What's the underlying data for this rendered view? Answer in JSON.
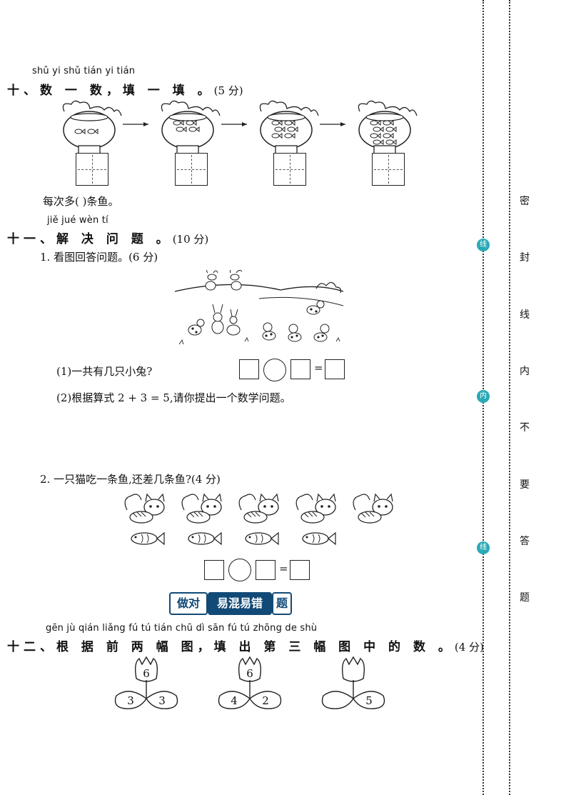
{
  "s10": {
    "pinyin": "shǔ yi shǔ   tián yi tián",
    "title": "十、数 一 数，填 一 填 。",
    "points": "(5 分)",
    "answer_text": "每次多(          )条鱼。"
  },
  "s11": {
    "pinyin": "jiě jué wèn tí",
    "title": "十一、解 决 问 题 。",
    "points": "(10 分)",
    "q1": {
      "title": "1. 看图回答问题。(6 分)",
      "sub1": "(1)一共有几只小兔?",
      "sub2": "(2)根据算式 2 + 3 = 5,请你提出一个数学问题。",
      "equals": "="
    },
    "q2": {
      "title": "2. 一只猫吃一条鱼,还差几条鱼?(4 分)",
      "equals": "="
    }
  },
  "banner": {
    "part1": "做对",
    "part2": "易混易错",
    "part3": "题"
  },
  "s12": {
    "pinyin": "gēn jù qián liǎng fú tú    tián chū dì sān fú tú zhōng de shù",
    "title": "十二、根 据 前 两 幅 图，填 出 第 三 幅 图 中 的 数 。",
    "points": "(4 分)",
    "flowers": [
      {
        "top": "6",
        "left": "3",
        "right": "3"
      },
      {
        "top": "6",
        "left": "4",
        "right": "2"
      },
      {
        "top": "",
        "left": "",
        "right": "5"
      }
    ]
  },
  "seal": {
    "chars": [
      "密",
      "封",
      "线",
      "内",
      "不",
      "要",
      "答",
      "题"
    ],
    "markers": [
      "线",
      "内",
      "线"
    ]
  },
  "colors": {
    "accent": "#2aa9b6",
    "banner_blue": "#124a77"
  }
}
